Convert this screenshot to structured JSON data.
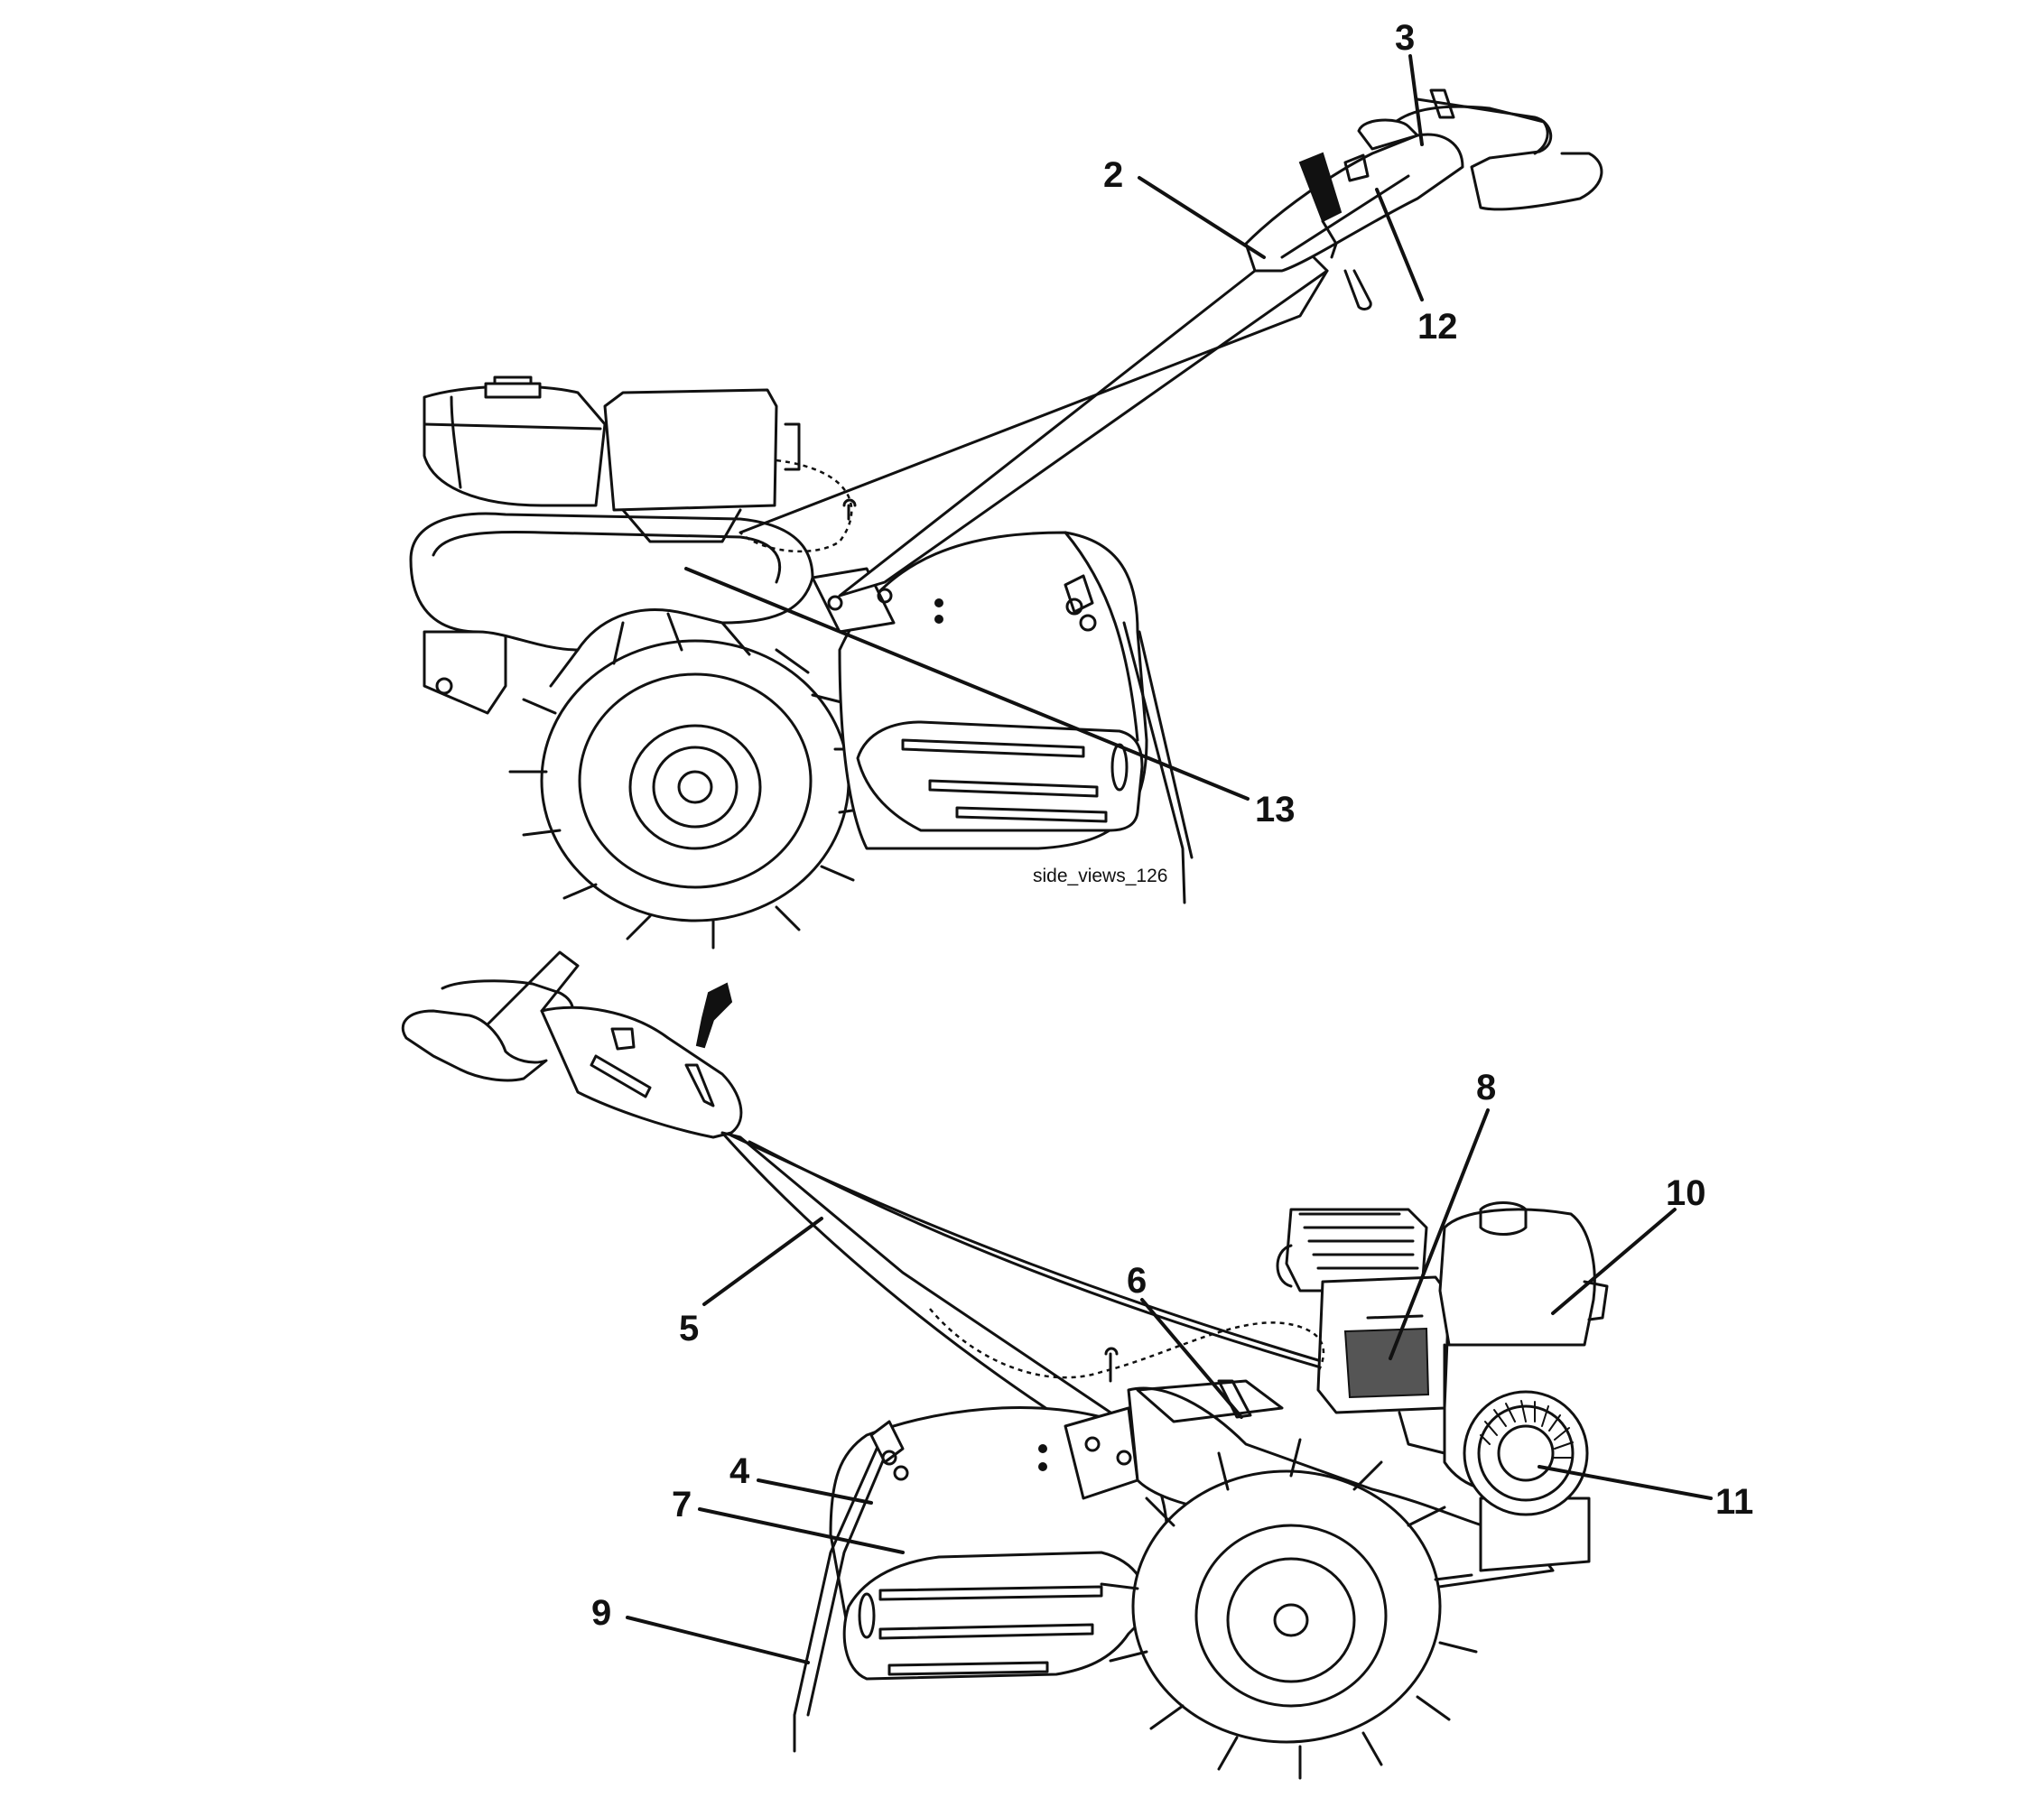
{
  "caption": "side_views_126",
  "callouts": [
    {
      "id": "2",
      "label": "2"
    },
    {
      "id": "3",
      "label": "3"
    },
    {
      "id": "12",
      "label": "12"
    },
    {
      "id": "13",
      "label": "13"
    },
    {
      "id": "8",
      "label": "8"
    },
    {
      "id": "10",
      "label": "10"
    },
    {
      "id": "6",
      "label": "6"
    },
    {
      "id": "5",
      "label": "5"
    },
    {
      "id": "4",
      "label": "4"
    },
    {
      "id": "7",
      "label": "7"
    },
    {
      "id": "9",
      "label": "9"
    },
    {
      "id": "11",
      "label": "11"
    }
  ]
}
